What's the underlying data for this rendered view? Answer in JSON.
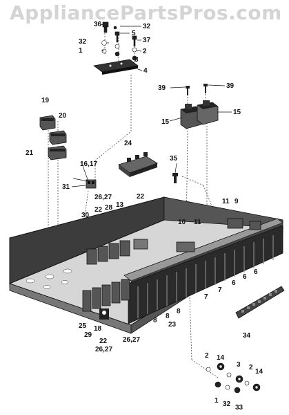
{
  "watermark": "AppliancePartsPros.com",
  "callouts": [
    {
      "id": "c36",
      "text": "36"
    },
    {
      "id": "c32a",
      "text": "32"
    },
    {
      "id": "c5",
      "text": "5"
    },
    {
      "id": "c37",
      "text": "37"
    },
    {
      "id": "c32b",
      "text": "32"
    },
    {
      "id": "c1a",
      "text": "1"
    },
    {
      "id": "c2a",
      "text": "2"
    },
    {
      "id": "c3a",
      "text": "3"
    },
    {
      "id": "c4",
      "text": "4"
    },
    {
      "id": "c39a",
      "text": "39"
    },
    {
      "id": "c39b",
      "text": "39"
    },
    {
      "id": "c15a",
      "text": "15"
    },
    {
      "id": "c15b",
      "text": "15"
    },
    {
      "id": "c19",
      "text": "19"
    },
    {
      "id": "c20",
      "text": "20"
    },
    {
      "id": "c21",
      "text": "21"
    },
    {
      "id": "c24",
      "text": "24"
    },
    {
      "id": "c35",
      "text": "35"
    },
    {
      "id": "c1617",
      "text": "16,17"
    },
    {
      "id": "c31",
      "text": "31"
    },
    {
      "id": "c22a",
      "text": "22"
    },
    {
      "id": "c2627a",
      "text": "26,27"
    },
    {
      "id": "c22b",
      "text": "22"
    },
    {
      "id": "c28",
      "text": "28"
    },
    {
      "id": "c13",
      "text": "13"
    },
    {
      "id": "c30",
      "text": "30"
    },
    {
      "id": "c11a",
      "text": "11"
    },
    {
      "id": "c9",
      "text": "9"
    },
    {
      "id": "c10",
      "text": "10"
    },
    {
      "id": "c11b",
      "text": "11"
    },
    {
      "id": "c6a",
      "text": "6"
    },
    {
      "id": "c6b",
      "text": "6"
    },
    {
      "id": "c6c",
      "text": "6"
    },
    {
      "id": "c7a",
      "text": "7"
    },
    {
      "id": "c7b",
      "text": "7"
    },
    {
      "id": "c8a",
      "text": "8"
    },
    {
      "id": "c8b",
      "text": "8"
    },
    {
      "id": "c8c",
      "text": "8"
    },
    {
      "id": "c23",
      "text": "23"
    },
    {
      "id": "c25",
      "text": "25"
    },
    {
      "id": "c18",
      "text": "18"
    },
    {
      "id": "c29",
      "text": "29"
    },
    {
      "id": "c22c",
      "text": "22"
    },
    {
      "id": "c2627b",
      "text": "26,27"
    },
    {
      "id": "c2627c",
      "text": "26,27"
    },
    {
      "id": "c34",
      "text": "34"
    },
    {
      "id": "c2b",
      "text": "2"
    },
    {
      "id": "c14a",
      "text": "14"
    },
    {
      "id": "c3b",
      "text": "3"
    },
    {
      "id": "c2c",
      "text": "2"
    },
    {
      "id": "c14b",
      "text": "14"
    },
    {
      "id": "c1b",
      "text": "1"
    },
    {
      "id": "c32c",
      "text": "32"
    },
    {
      "id": "c33",
      "text": "33"
    }
  ]
}
